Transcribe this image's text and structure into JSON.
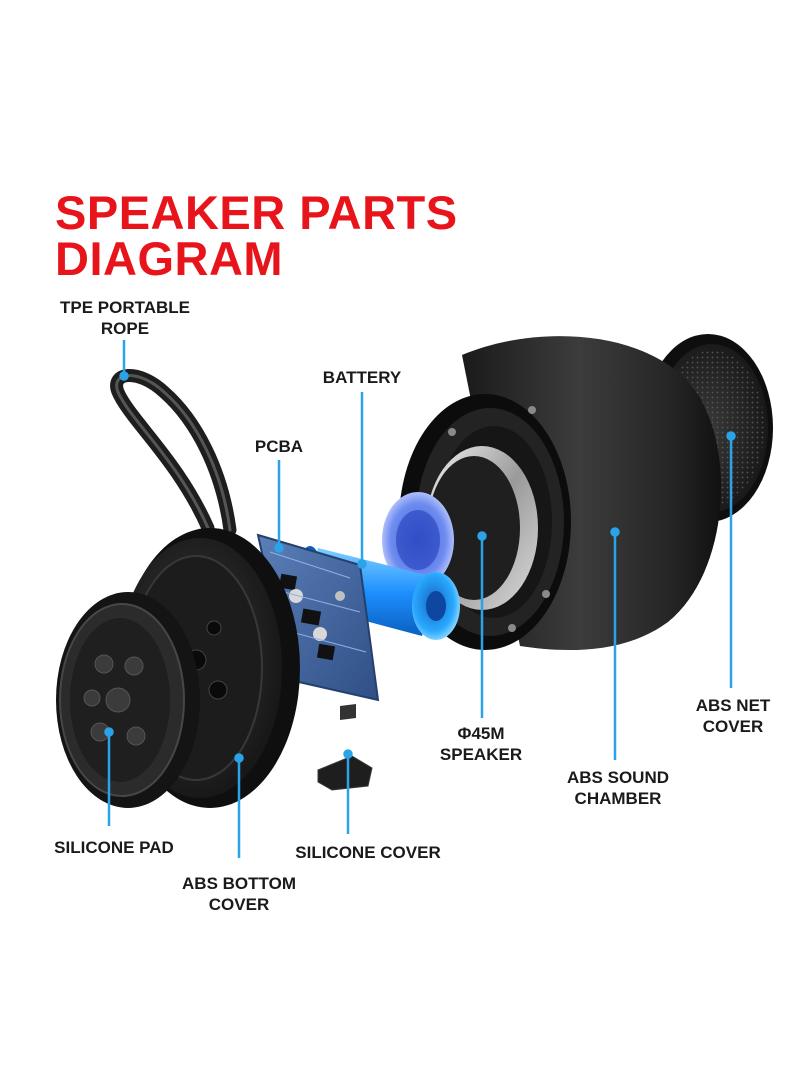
{
  "title": {
    "line1": "SPEAKER PARTS",
    "line2": "DIAGRAM"
  },
  "colors": {
    "title": "#e8141b",
    "leader": "#2aa3e8",
    "label": "#1a1a1a",
    "part_body": "#2a2a2a",
    "battery": "#1e90ff"
  },
  "labels": {
    "rope": {
      "line1": "TPE PORTABLE",
      "line2": "ROPE"
    },
    "battery": {
      "line1": "BATTERY"
    },
    "pcba": {
      "line1": "PCBA"
    },
    "speaker": {
      "line1": "Φ45M",
      "line2": "SPEAKER"
    },
    "sound_chamber": {
      "line1": "ABS SOUND",
      "line2": "CHAMBER"
    },
    "net_cover": {
      "line1": "ABS NET",
      "line2": "COVER"
    },
    "silicone_pad": {
      "line1": "SILICONE PAD"
    },
    "bottom_cover": {
      "line1": "ABS BOTTOM",
      "line2": "COVER"
    },
    "silicone_cover": {
      "line1": "SILICONE COVER"
    }
  }
}
